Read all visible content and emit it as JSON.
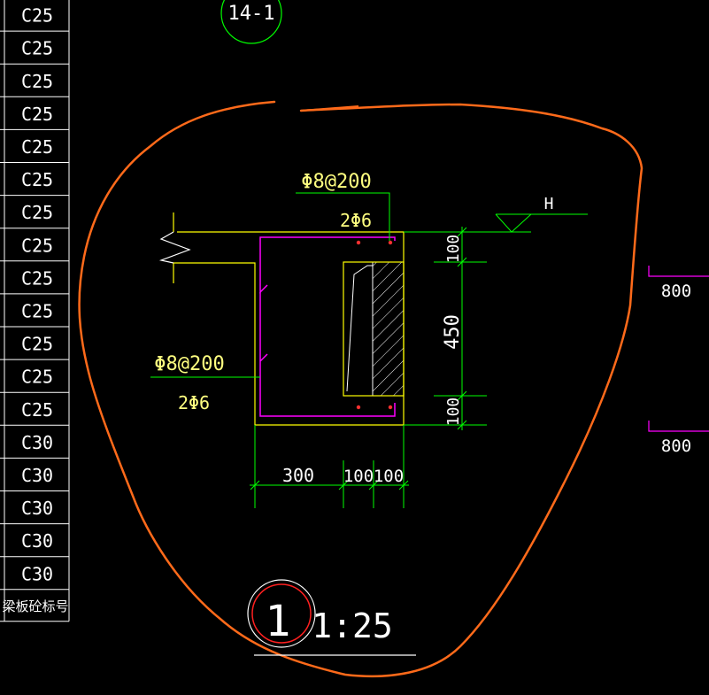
{
  "grade_table": {
    "grades": [
      "C25",
      "C25",
      "C25",
      "C25",
      "C25",
      "C25",
      "C25",
      "C25",
      "C25",
      "C25",
      "C25",
      "C25",
      "C25",
      "C30",
      "C30",
      "C30",
      "C30",
      "C30"
    ],
    "footer_label": "梁板砼标号"
  },
  "detail_tag": {
    "number": "14-1"
  },
  "section": {
    "rebar_top": {
      "spacing": "Φ8@200",
      "bars": "2Φ6"
    },
    "rebar_left": {
      "spacing": "Φ8@200",
      "bars": "2Φ6"
    },
    "level_mark": "H",
    "dims_vertical": [
      "100",
      "450",
      "100"
    ],
    "dims_horizontal": [
      "300",
      "100",
      "100"
    ]
  },
  "side_dims": [
    "800",
    "800"
  ],
  "title": {
    "number": "1",
    "scale": "1:25"
  },
  "colors": {
    "background": "#000000",
    "table_lines": "#ffffff",
    "concrete_outline": "#ffff00",
    "rebar": "#ff00ff",
    "dimension": "#00ff00",
    "text": "#ffff80",
    "markup": "#ff6a1a",
    "bar_dots": "#ff3030",
    "title_ring": "#ff2020"
  }
}
